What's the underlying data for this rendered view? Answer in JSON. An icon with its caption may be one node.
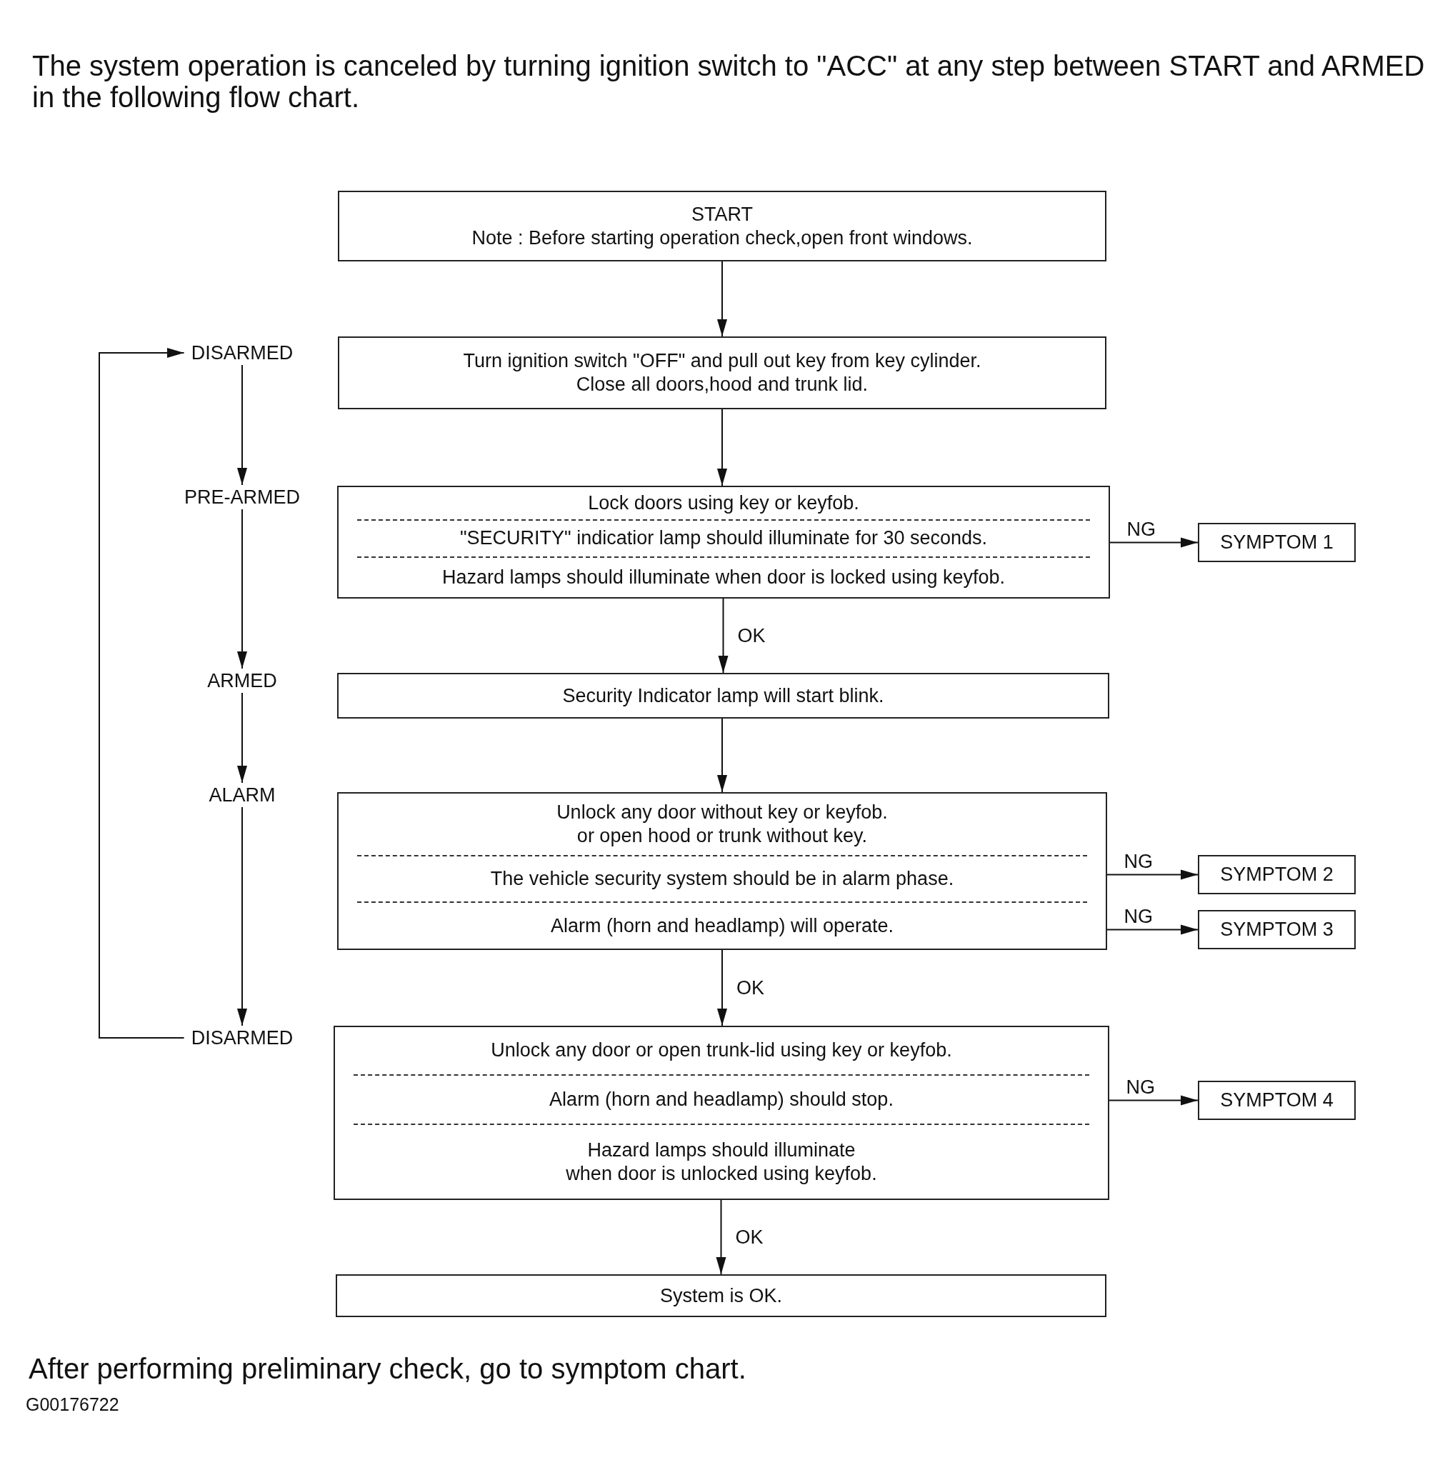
{
  "diagram": {
    "title": "The system operation is canceled by turning ignition switch to \"ACC\" at any step between START and ARMED in the following flow chart.",
    "caption": "After performing preliminary check, go to symptom chart.",
    "nodes": [
      {
        "text": [
          "START",
          "Note : Before starting operation check,open front windows."
        ]
      },
      {
        "text": [
          "DISARMED"
        ]
      },
      {
        "text": [
          "Turn ignition switch \"OFF\" and pull out key from key cylinder. Close all doors,hood and trunk lid."
        ]
      },
      {
        "text": [
          "PRE-ARMED"
        ]
      },
      {
        "text": [
          "Lock doors using key or keyfob.",
          "\"SECURITY\" indicatior lamp should illuminate for 30 seconds.",
          "Hazard lamps should illuminate when door is locked using keyfob."
        ]
      },
      {
        "text": [
          "SYMPTOM 1"
        ]
      },
      {
        "text": [
          "ARMED"
        ]
      },
      {
        "text": [
          "Security Indicator lamp will start blink."
        ]
      },
      {
        "text": [
          "ALARM"
        ]
      },
      {
        "text": [
          "Unlock any door without key or keyfob. or open hood or trunk without key.",
          "The vehicle security system should be in alarm phase.",
          "Alarm (horn and headlamp) will operate."
        ]
      },
      {
        "text": [
          "SYMPTOM 2"
        ]
      },
      {
        "text": [
          "SYMPTOM 3"
        ]
      },
      {
        "text": [
          "DISARMED"
        ]
      },
      {
        "text": [
          "Unlock any door or open trunk-lid using key or keyfob.",
          "Alarm (horn and headlamp) should stop.",
          "Hazard lamps should illuminate when door is unlocked using keyfob."
        ]
      },
      {
        "text": [
          "SYMPTOM 4"
        ]
      },
      {
        "text": [
          "System is OK."
        ]
      }
    ],
    "edges": [
      {
        "from": 0,
        "to": 2,
        "arrow": "to"
      },
      {
        "from": 1,
        "to": 3,
        "arrow": "to"
      },
      {
        "from": 2,
        "to": 4,
        "arrow": "to"
      },
      {
        "from": 3,
        "to": 6,
        "arrow": "to"
      },
      {
        "from": 4,
        "to": 7,
        "arrow": "to",
        "label": "OK"
      },
      {
        "from": 4,
        "to": 5,
        "arrow": "to",
        "label": "NG"
      },
      {
        "from": 6,
        "to": 8,
        "arrow": "to"
      },
      {
        "from": 7,
        "to": 9,
        "arrow": "to"
      },
      {
        "from": 8,
        "to": 12,
        "arrow": "to"
      },
      {
        "from": 9,
        "to": 10,
        "arrow": "to",
        "label": "NG"
      },
      {
        "from": 9,
        "to": 11,
        "arrow": "to",
        "label": "NG"
      },
      {
        "from": 9,
        "to": 13,
        "arrow": "to",
        "label": "OK"
      },
      {
        "from": 12,
        "to": 1,
        "arrow": "to"
      },
      {
        "from": 13,
        "to": 14,
        "arrow": "to",
        "label": "NG"
      },
      {
        "from": 13,
        "to": 15,
        "arrow": "to",
        "label": "OK"
      }
    ],
    "labels": [
      "G00176722"
    ]
  }
}
